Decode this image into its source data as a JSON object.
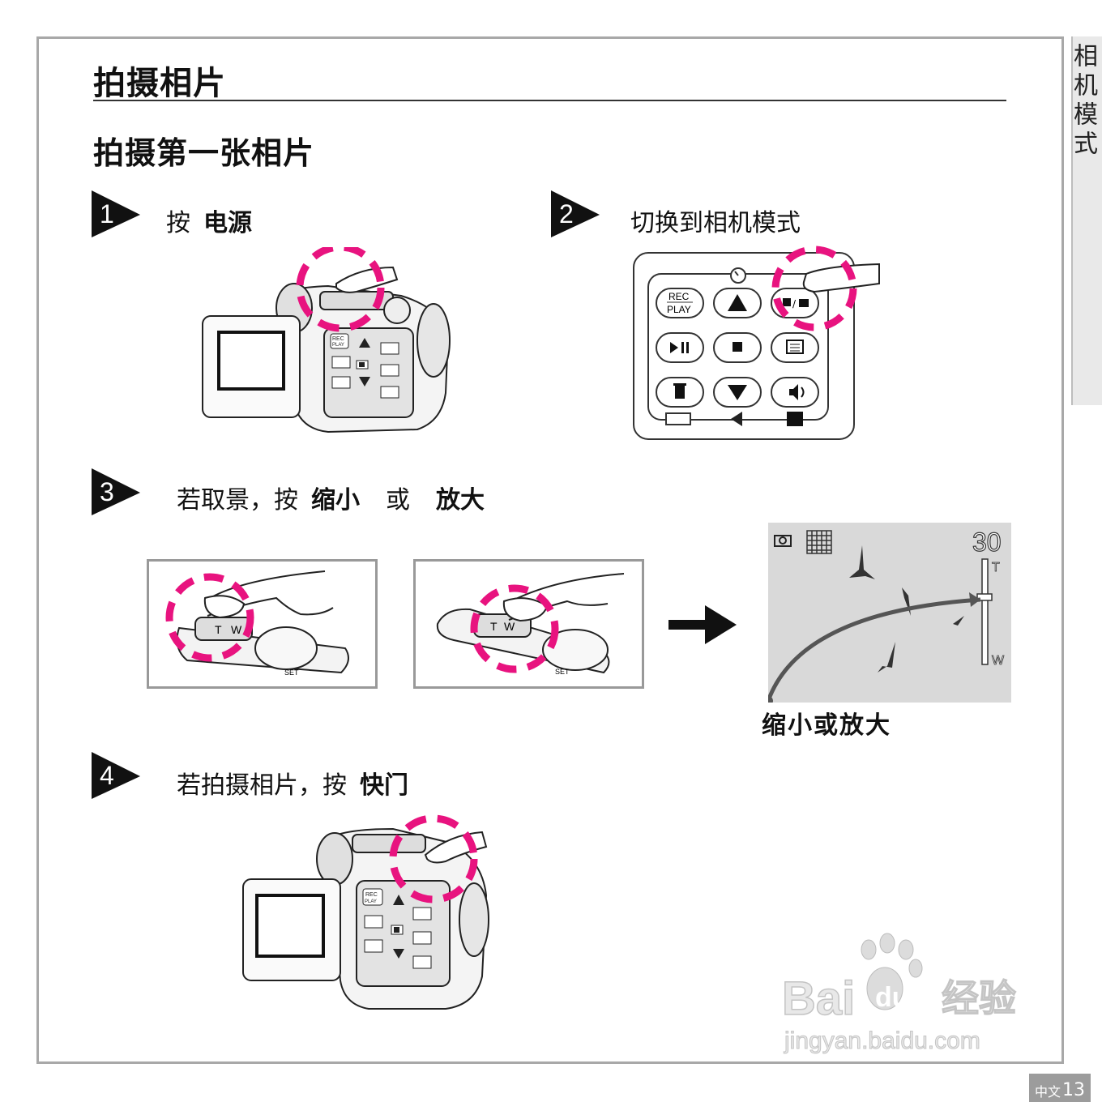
{
  "side_tab": {
    "label": "相机模式"
  },
  "page_title": "拍摄相片",
  "subtitle": "拍摄第一张相片",
  "steps": [
    {
      "number": "1",
      "prefix": "按",
      "bold": "电源"
    },
    {
      "number": "2",
      "prefix": "切换到相机模式"
    },
    {
      "number": "3",
      "prefix": "若取景，按",
      "bold1": "缩小",
      "mid": "或",
      "bold2": "放大"
    },
    {
      "number": "4",
      "prefix": "若拍摄相片，按",
      "bold": "快门"
    }
  ],
  "control_panel": {
    "rec_label": "REC",
    "play_label": "PLAY"
  },
  "camera_buttons": {
    "rec_label": "REC",
    "play_label": "PLAY"
  },
  "zoom_buttons": {
    "t_label": "T",
    "w_label": "W",
    "set_label": "SET"
  },
  "lcd": {
    "shots_remaining": "30",
    "t_label": "T",
    "w_label": "W"
  },
  "zoom_caption": "缩小或放大",
  "watermark": {
    "brand": "Bai",
    "brand2": "du",
    "cn": "经验",
    "url": "jingyan.baidu.com"
  },
  "page_number": {
    "lang": "中文",
    "number": "13"
  },
  "colors": {
    "highlight": "#e8137f",
    "frame": "#a8a8a8",
    "lcd_bg": "#d9d9d9"
  }
}
